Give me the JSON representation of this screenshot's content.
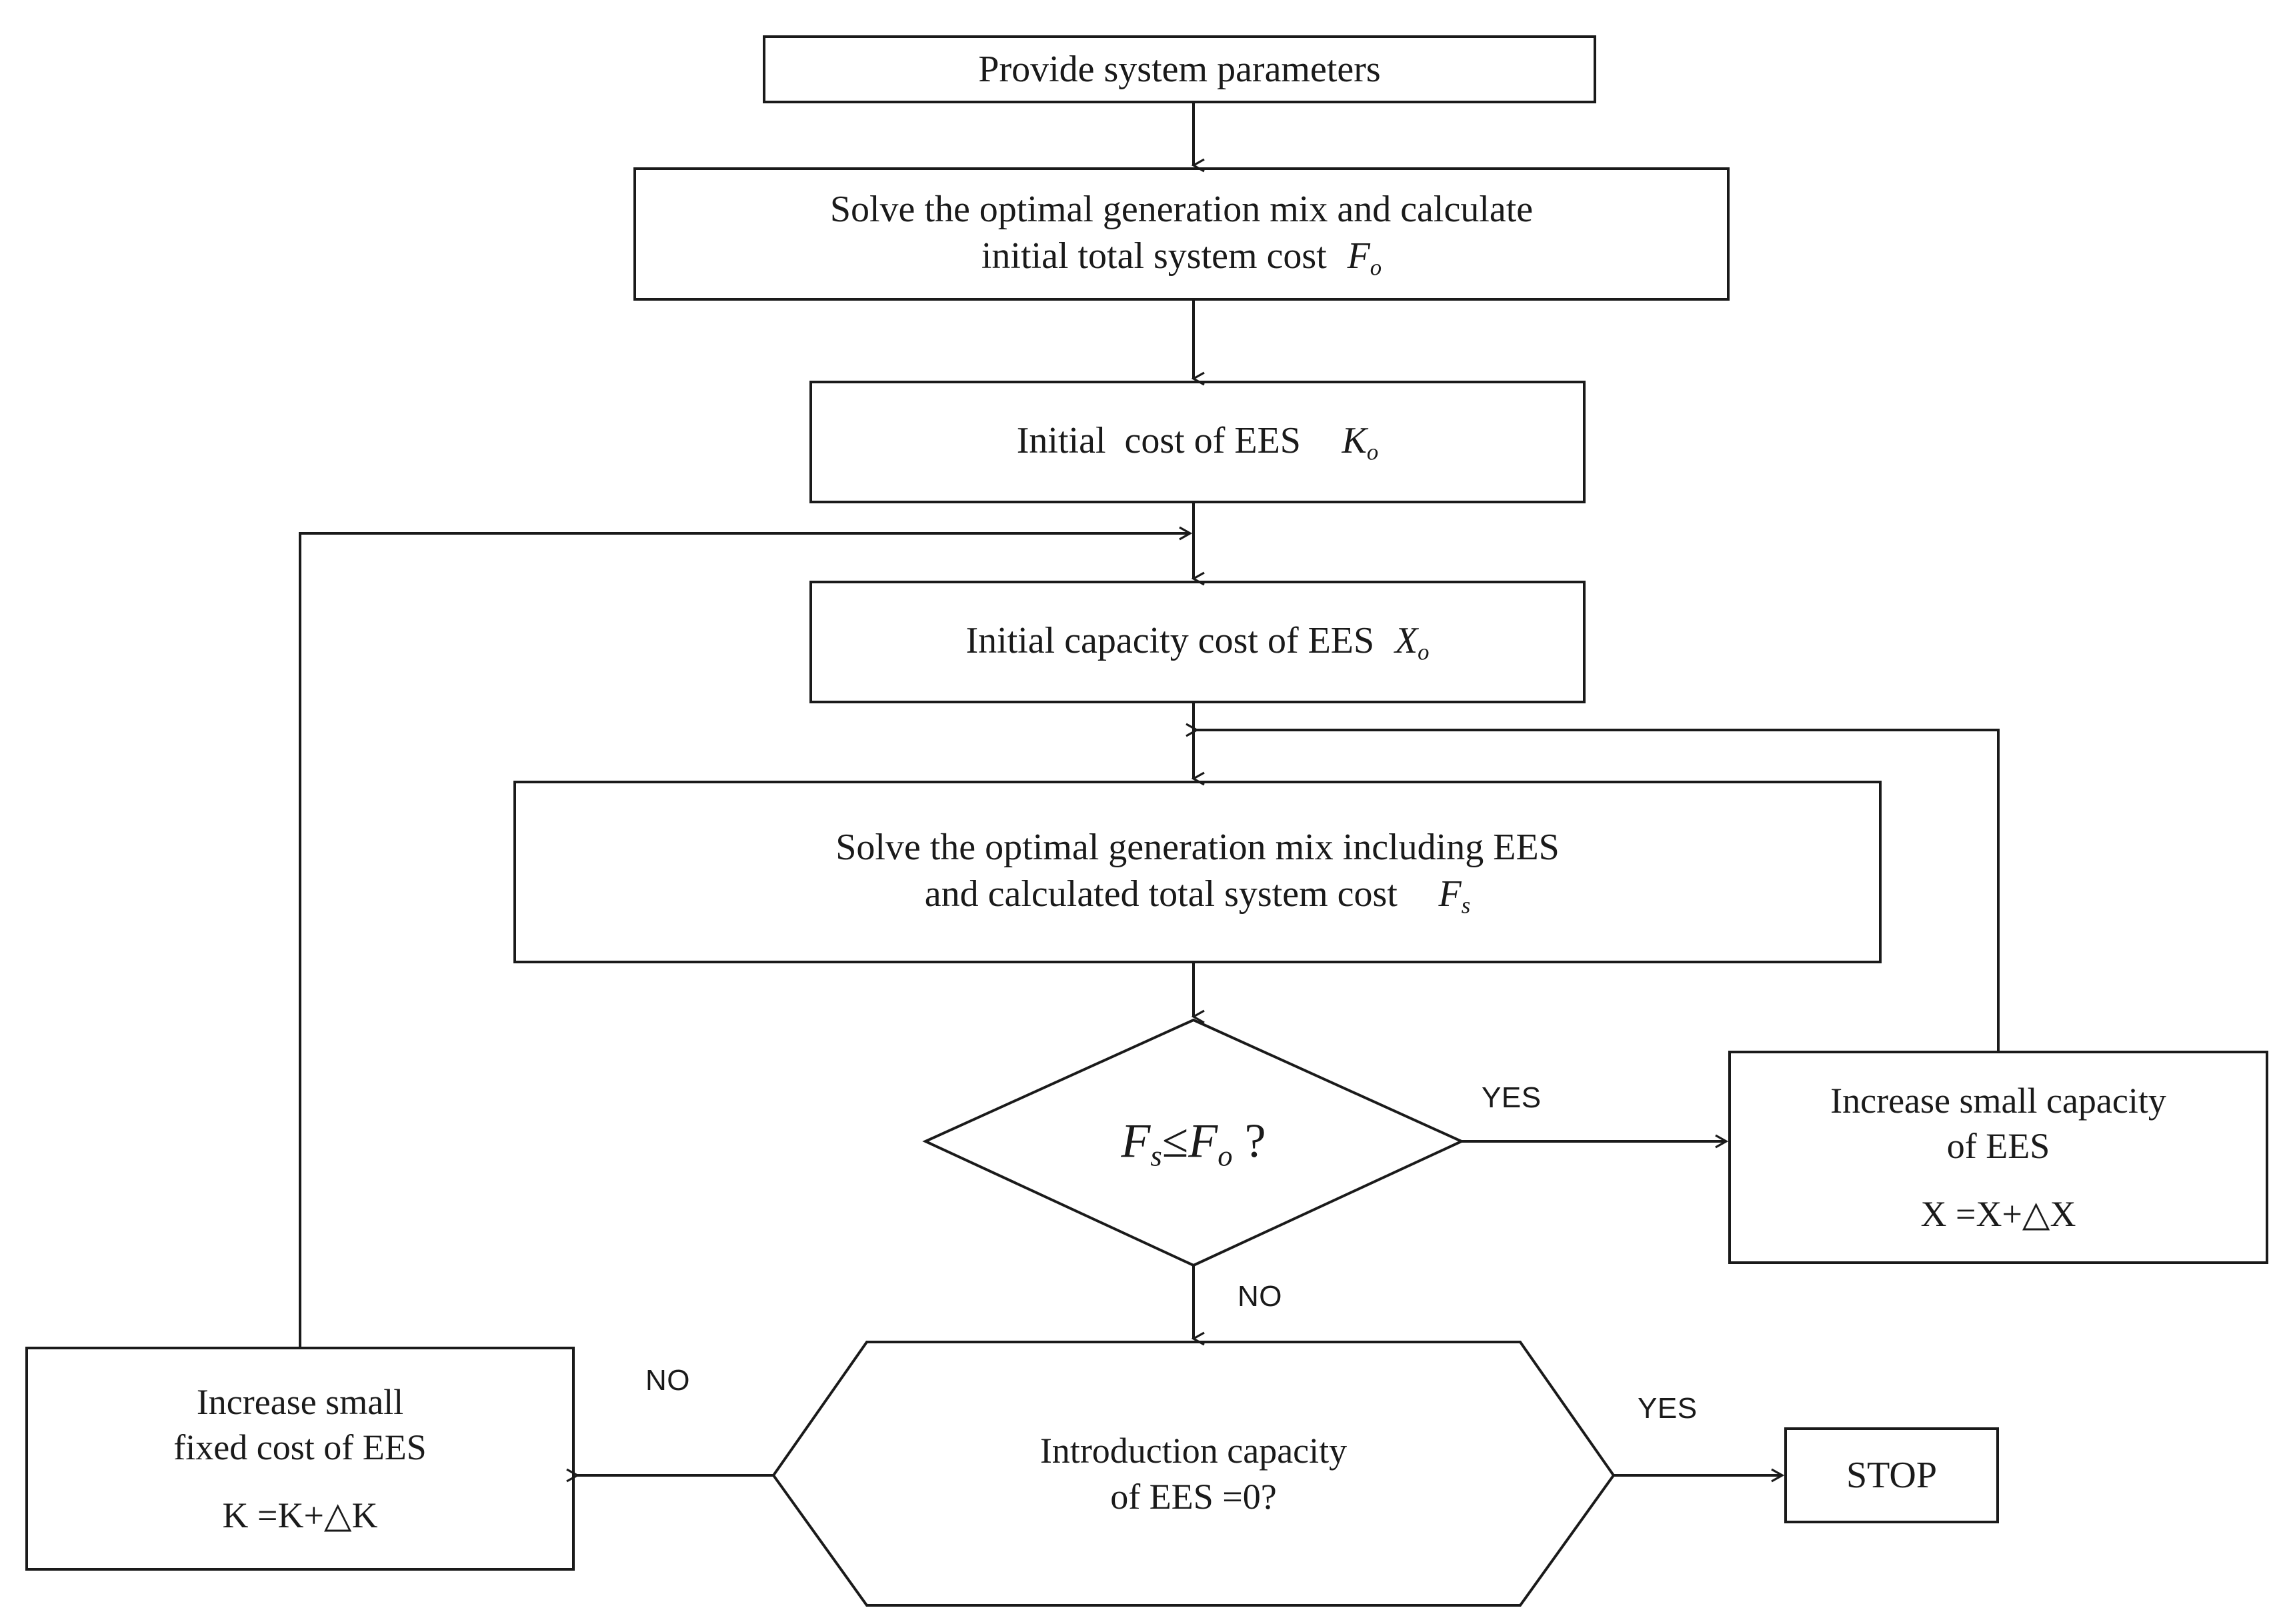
{
  "diagram": {
    "title": "EES introduction optimal generation mix flowchart",
    "stroke_color": "#1a1a1a",
    "fill_color": "#ffffff",
    "nodes": {
      "provide_params": {
        "label": "Provide system parameters",
        "shape": "rectangle"
      },
      "solve_initial": {
        "shape": "rectangle",
        "line1": "Solve the optimal generation mix and calculate",
        "line2_text": "initial total system cost",
        "line2_symbol": "F",
        "line2_subscript": "o"
      },
      "initial_cost": {
        "shape": "rectangle",
        "text": "Initial  cost of EES",
        "symbol": "K",
        "subscript": "o"
      },
      "initial_capacity_cost": {
        "shape": "rectangle",
        "text": "Initial capacity cost of EES",
        "symbol": "X",
        "subscript": "o"
      },
      "solve_with_ees": {
        "shape": "rectangle",
        "line1": "Solve the optimal generation mix including EES",
        "line2_text": "and calculated total system cost",
        "line2_symbol": "F",
        "line2_subscript": "s"
      },
      "decision_cost": {
        "shape": "diamond",
        "symbol_left": "F",
        "subscript_left": "s",
        "operator": "≤",
        "symbol_right": "F",
        "subscript_right": "o",
        "question_mark": "?"
      },
      "increase_capacity": {
        "shape": "rectangle",
        "line1": "Increase small capacity",
        "line2": "of EES",
        "formula": "X =X+△X"
      },
      "decision_intro": {
        "shape": "hexagon",
        "line1": "Introduction capacity",
        "line2": "of EES =0?"
      },
      "increase_fixed_cost": {
        "shape": "rectangle",
        "line1": "Increase small",
        "line2": "fixed cost of EES",
        "formula": "K =K+△K"
      },
      "stop": {
        "shape": "rectangle",
        "label": "STOP"
      }
    },
    "edge_labels": {
      "decision_cost_yes": "YES",
      "decision_cost_no": "NO",
      "decision_intro_no": "NO",
      "decision_intro_yes": "YES"
    }
  }
}
